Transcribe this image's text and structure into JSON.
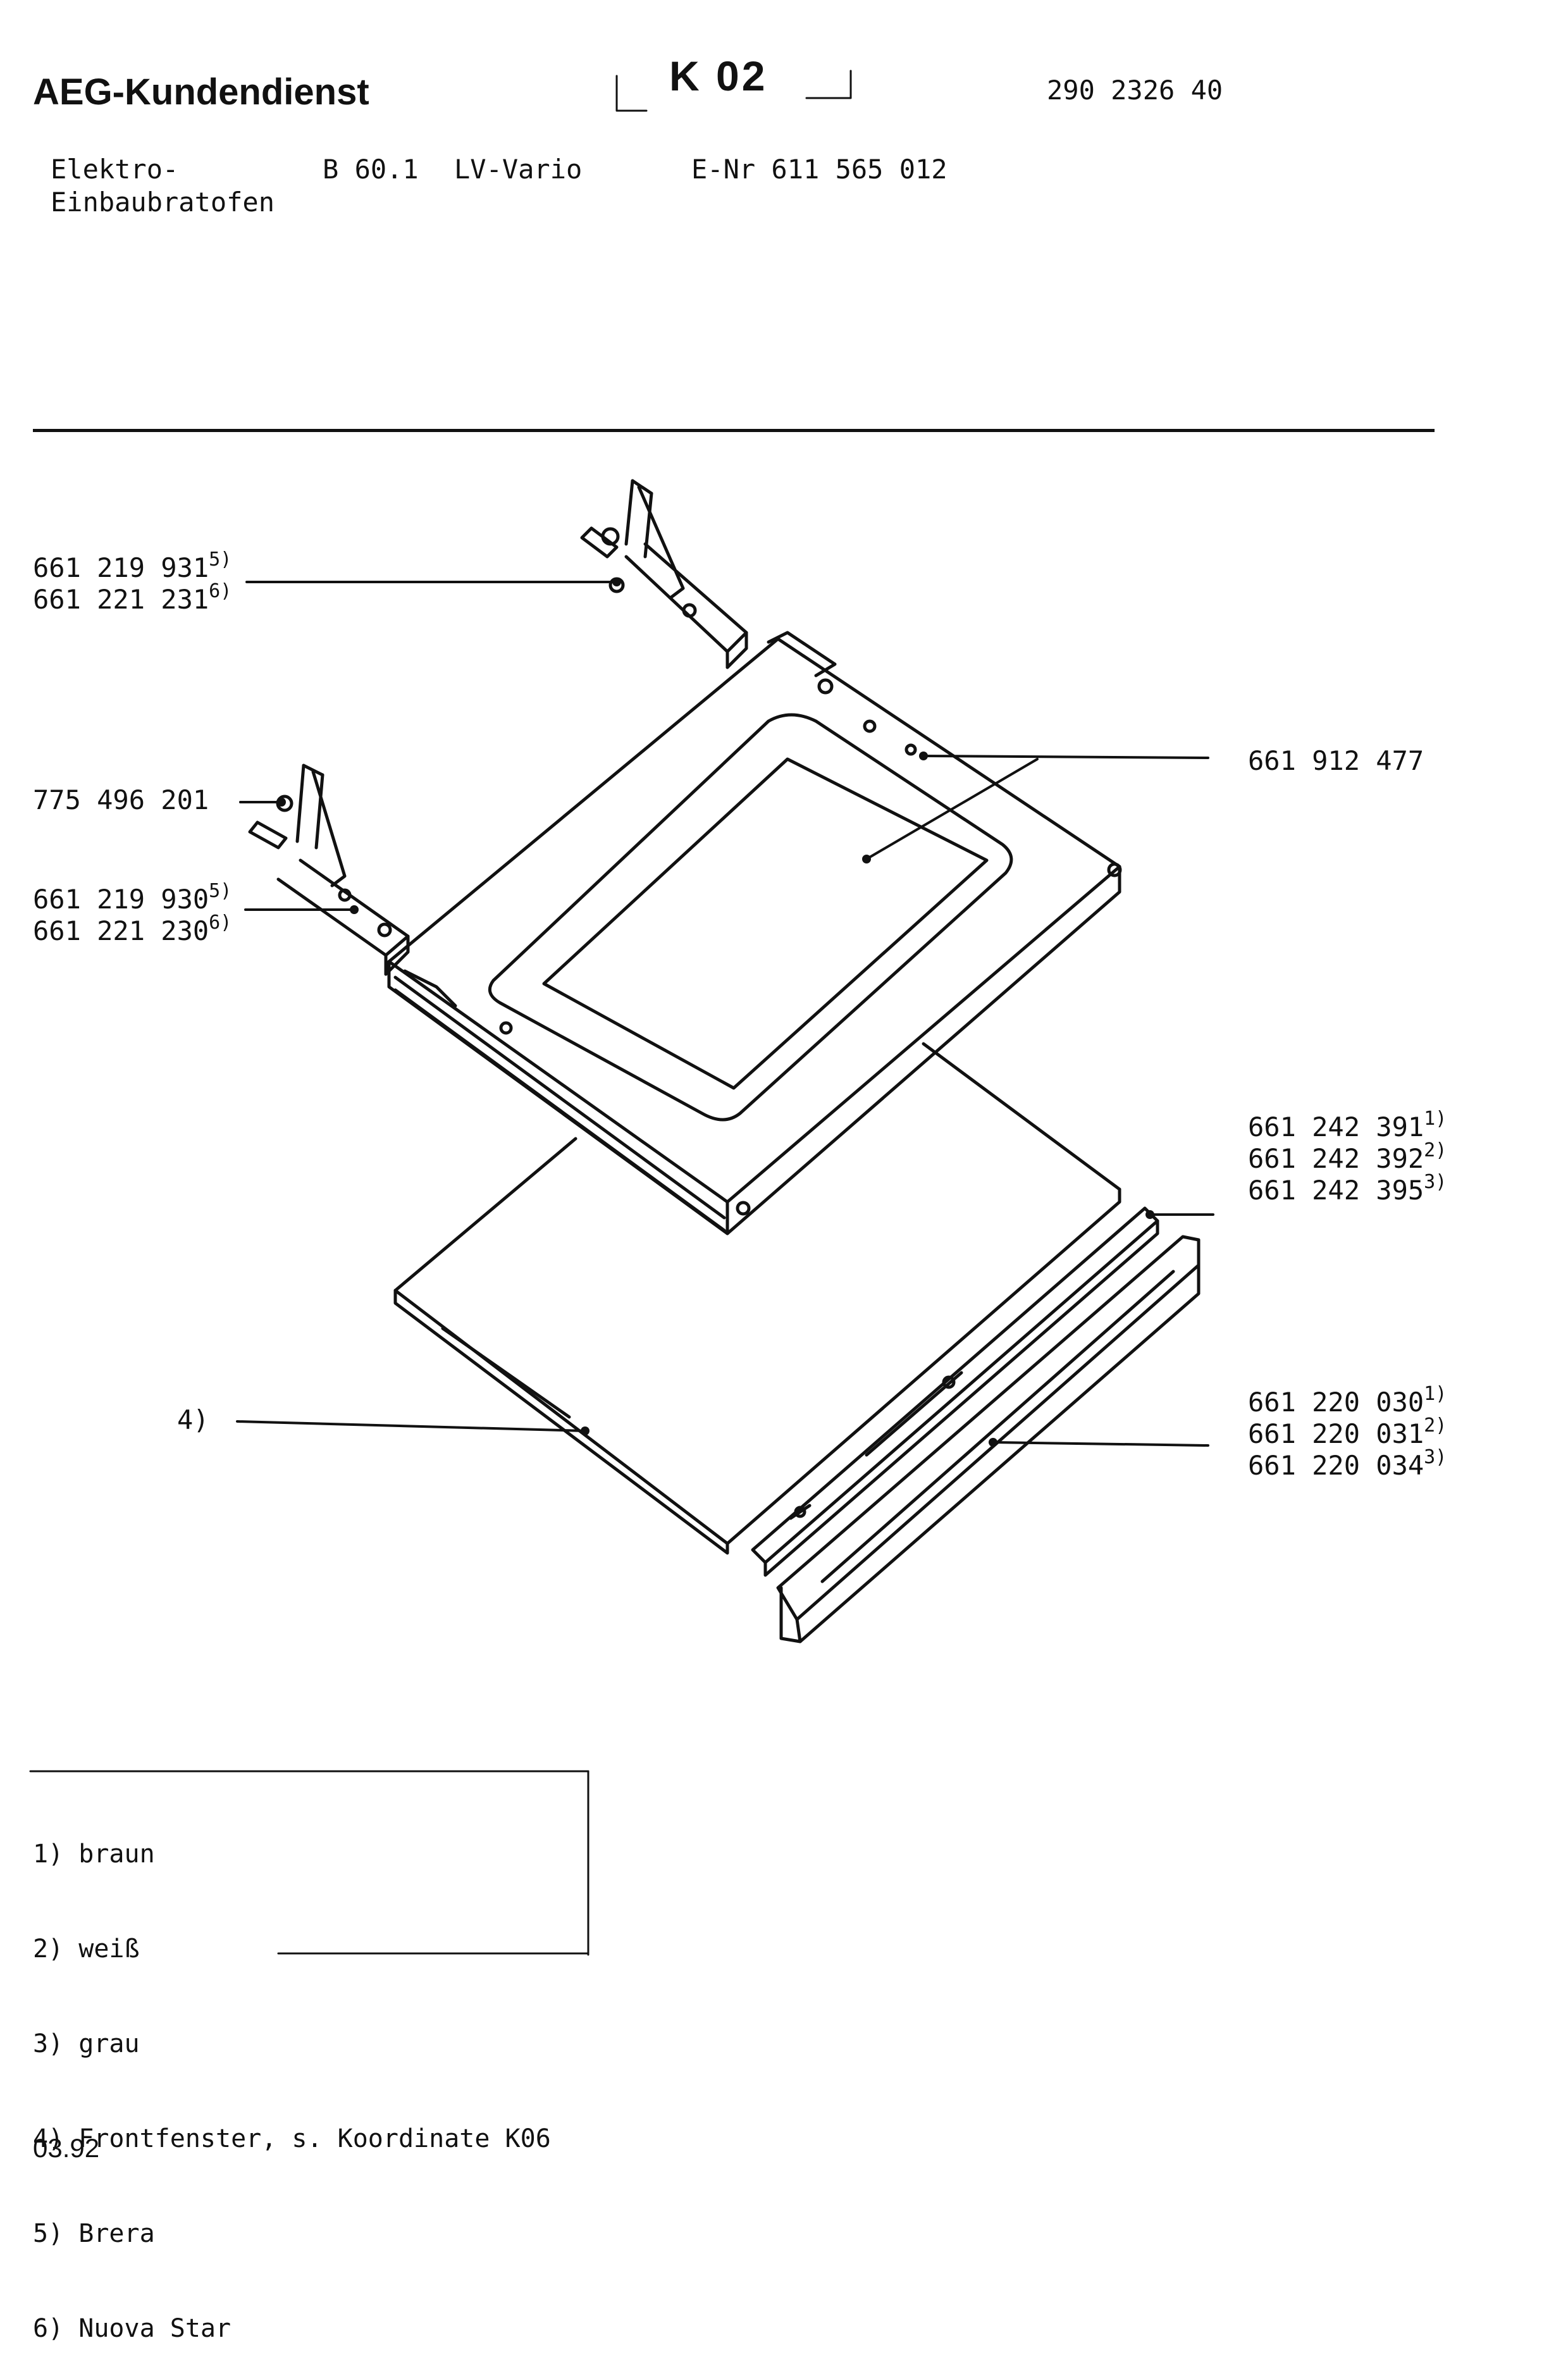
{
  "header": {
    "brand": "AEG-Kundendienst",
    "section_code": "K 02",
    "doc_number": "290 2326 40",
    "product_line1": "Elektro-",
    "product_line2": "Einbaubratofen",
    "model": "B 60.1",
    "variant": "LV-Vario",
    "enr": "E-Nr 611 565 012"
  },
  "callouts": {
    "hinge_right": {
      "number1": "661 219 931",
      "ref1": "5)",
      "number2": "661 221 231",
      "ref2": "6)"
    },
    "screw": {
      "number": "775 496 201"
    },
    "hinge_left": {
      "number1": "661 219 930",
      "ref1": "5)",
      "number2": "661 221 230",
      "ref2": "6)"
    },
    "door_frame": {
      "number": "661 912 477"
    },
    "handle_trim": [
      {
        "number": "661 242 391",
        "ref": "1)"
      },
      {
        "number": "661 242 392",
        "ref": "2)"
      },
      {
        "number": "661 242 395",
        "ref": "3)"
      }
    ],
    "front_window": {
      "ref": "4)"
    },
    "handle_bar": [
      {
        "number": "661 220 030",
        "ref": "1)"
      },
      {
        "number": "661 220 031",
        "ref": "2)"
      },
      {
        "number": "661 220 034",
        "ref": "3)"
      }
    ]
  },
  "legend": [
    "1) braun",
    "2) weiß",
    "3) grau",
    "4) Frontfenster, s. Koordinate K06",
    "5) Brera",
    "6) Nuova Star"
  ],
  "footer": {
    "date": "03.92"
  }
}
